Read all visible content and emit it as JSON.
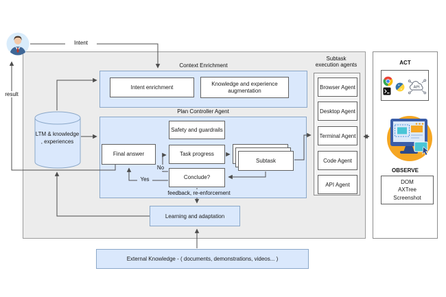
{
  "edge_labels": {
    "intent": "Intent",
    "result": "result",
    "no": "No",
    "yes": "Yes",
    "feedback": "feedback, re-enforcement"
  },
  "context_enrichment": {
    "title": "Context Enrichment",
    "intent_enrichment": "Intent enrichment",
    "knowledge_augmentation": "Knowledge and experience augmentation"
  },
  "plan_controller": {
    "title": "Plan Controller Agent",
    "safety": "Safety and guardrails",
    "final_answer": "Final answer",
    "task_progress": "Task progress",
    "subtask": "Subtask",
    "conclude": "Conclude?"
  },
  "memory": {
    "line1": "LTM & knowledge",
    "line2": ", experiences"
  },
  "learning": {
    "label": "Learning and adaptation"
  },
  "external_knowledge": {
    "label": "External Knowledge - ( documents, demonstrations, videos... )"
  },
  "subtask_agents": {
    "title_line1": "Subtask",
    "title_line2": "execution agents",
    "agents": [
      "Browser Agent",
      "Desktop Agent",
      "Terminal Agent",
      "Code Agent",
      "API  Agent"
    ]
  },
  "act_observe": {
    "act_title": "ACT",
    "observe_title": "OBSERVE",
    "observe_items": [
      "DOM",
      "AXTree",
      "Screenshot"
    ],
    "act_icons": [
      "chrome-icon",
      "python-icon",
      "terminal-icon",
      "api-icon"
    ]
  },
  "colors": {
    "panel_gray": "#ececec",
    "box_blue": "#dae8fc",
    "box_blue_border": "#8aa7c8",
    "line": "#4d4d4d",
    "illustration_orange": "#f5a623",
    "illustration_teal": "#49c5d6",
    "illustration_blue": "#3a5da8"
  }
}
